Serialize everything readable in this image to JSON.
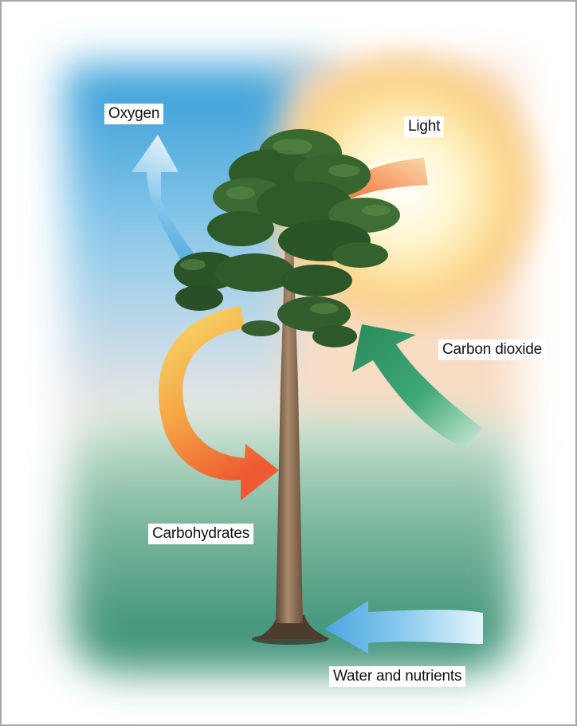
{
  "labels": {
    "oxygen": "Oxygen",
    "light": "Light",
    "carbon_dioxide": "Carbon dioxide",
    "carbohydrates": "Carbohydrates",
    "water_nutrients": "Water and nutrients"
  },
  "colors": {
    "sky": "#3aa0d8",
    "sun": "#fff4c0",
    "ground": "#2f8a70",
    "oxygen_arrow": "#4aa8de",
    "light_arrow": "#ef6a3a",
    "co2_arrow": "#2a9a66",
    "carbs_arrow": "#f08a38",
    "water_arrow": "#68b8e8",
    "foliage": "#2e5a2c",
    "trunk": "#8a6a4e"
  }
}
